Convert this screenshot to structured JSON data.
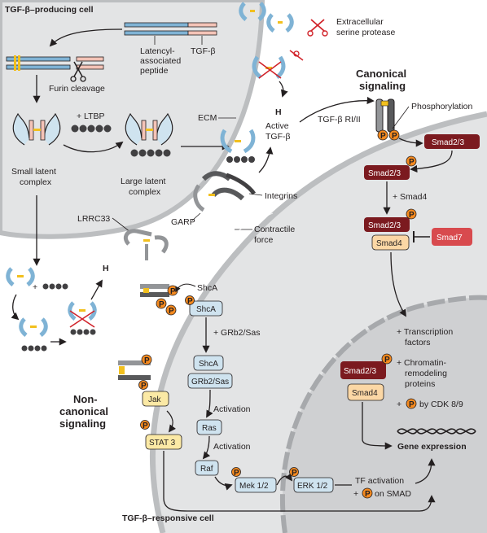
{
  "labels": {
    "producing_cell": "TGF-β–producing cell",
    "responsive_cell": "TGF-β–responsive cell",
    "canonical": [
      "Canonical",
      "signaling"
    ],
    "noncanonical": [
      "Non-",
      "canonical",
      "signaling"
    ],
    "protease": [
      "Extracellular",
      "serine protease"
    ],
    "lap": [
      "Latencyl-",
      "associated",
      "peptide"
    ],
    "tgfb": "TGF-β",
    "furin": "Furin cleavage",
    "ltbp": "+ LTBP",
    "small_latent": [
      "Small latent",
      "complex"
    ],
    "large_latent": [
      "Large latent",
      "complex"
    ],
    "ecm": "ECM",
    "active_tgfb": [
      "Active",
      "TGF-β"
    ],
    "receptor": "TGF-β RI/II",
    "phosphorylation": "Phosphorylation",
    "integrins": "Integrins",
    "garp": "GARP",
    "lrrc33": "LRRC33",
    "contractile": [
      "Contractile",
      "force"
    ],
    "shca": "ShcA",
    "grb2_sas": "+ GRb2/Sas",
    "activation": "Activation",
    "plus_smad4": "+ Smad4",
    "transcription": [
      "+ Transcription",
      "factors"
    ],
    "chromatin": [
      "+ Chromatin-",
      "remodeling",
      "proteins"
    ],
    "cdk_plus": "+",
    "cdk_rest": "by CDK 8/9",
    "gene_expression": "Gene expression",
    "tf_activation": "TF activation",
    "on_smad_plus": "+",
    "on_smad_rest": "on SMAD",
    "plus": "+",
    "p": "P",
    "h": "H"
  },
  "boxes": {
    "smad23": "Smad2/3",
    "smad4": "Smad4",
    "smad7": "Smad7",
    "shca": "ShcA",
    "grb2sas": "GRb2/Sas",
    "ras": "Ras",
    "raf": "Raf",
    "mek": "Mek 1/2",
    "erk": "ERK 1/2",
    "jak": "Jak",
    "stat3": "STAT 3"
  },
  "colors": {
    "smad23": "#7b1a1f",
    "smad4": "#fbd7a5",
    "smad7": "#d84a4e",
    "blue_box": "#cfe3ef",
    "yellow_box": "#fbe9a5",
    "phospho": "#f58a1f",
    "cell_gray": "#e3e4e5",
    "nucleus_gray": "#cfd0d2",
    "lap_blue": "#7fb3d5",
    "tgfb_pink": "#f4c3b7",
    "protease_red": "#d1232a"
  }
}
